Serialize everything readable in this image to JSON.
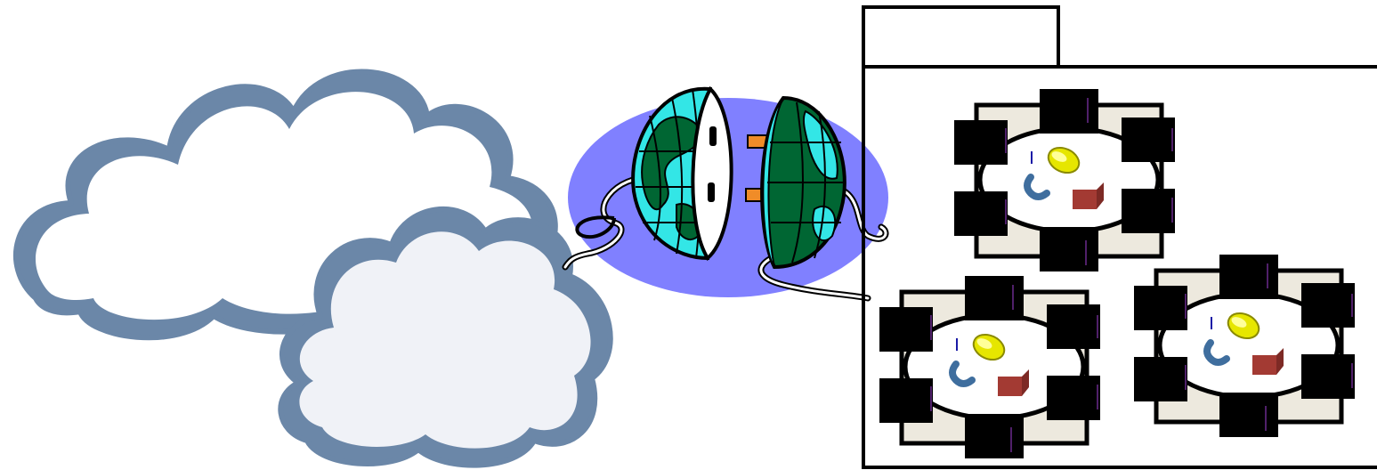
{
  "colors": {
    "cloud_outline": "#6b87a8",
    "cloud_back_fill": "#ffffff",
    "cloud_front_fill": "#f0f2f7",
    "ellipse_fill": "#8080ff",
    "globe_ocean": "#33e6e6",
    "globe_land": "#006633",
    "plug_prong": "#f08c28",
    "table_surface": "#ede9de",
    "chair": "#000000",
    "chair_edge": "#6b2b8e",
    "object_yellow": "#e6e600",
    "object_blue": "#3f6e9e",
    "object_red": "#a33a33"
  },
  "icons": {
    "cloud_back": "cloud-icon",
    "cloud_front": "cloud-icon",
    "globe_plug": "globe-plug-icon",
    "tables": "meeting-table-icon"
  },
  "tables": [
    {
      "id": "top"
    },
    {
      "id": "bottom-left"
    },
    {
      "id": "bottom-right"
    }
  ]
}
